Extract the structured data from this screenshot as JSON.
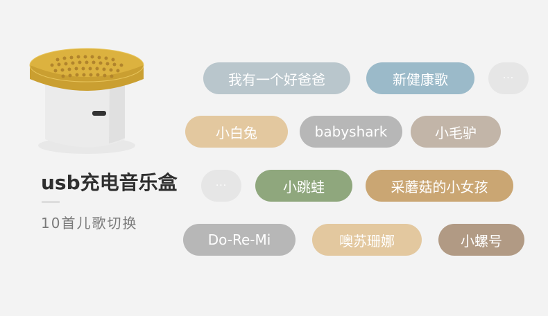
{
  "product": {
    "title": "usb充电音乐盒",
    "subtitle": "10首儿歌切换"
  },
  "tags": [
    {
      "label": "我有一个好爸爸",
      "color": "#b9c6cc"
    },
    {
      "label": "新健康歌",
      "color": "#9bbac9"
    },
    {
      "label": "···",
      "color": "#e6e6e6"
    },
    {
      "label": "小白兔",
      "color": "#e3c89f"
    },
    {
      "label": "babyshark",
      "color": "#b7b7b7"
    },
    {
      "label": "小毛驴",
      "color": "#c2b5a8"
    },
    {
      "label": "···",
      "color": "#e6e6e6"
    },
    {
      "label": "小跳蛙",
      "color": "#8fa77d"
    },
    {
      "label": "采蘑菇的小女孩",
      "color": "#caa673"
    },
    {
      "label": "Do-Re-Mi",
      "color": "#b7b7b7"
    },
    {
      "label": "噢苏珊娜",
      "color": "#e3c89f"
    },
    {
      "label": "小螺号",
      "color": "#b19a84"
    }
  ],
  "colors": {
    "background": "#f3f3f3",
    "lid": "#dcb23f",
    "body": "#ebebeb"
  }
}
